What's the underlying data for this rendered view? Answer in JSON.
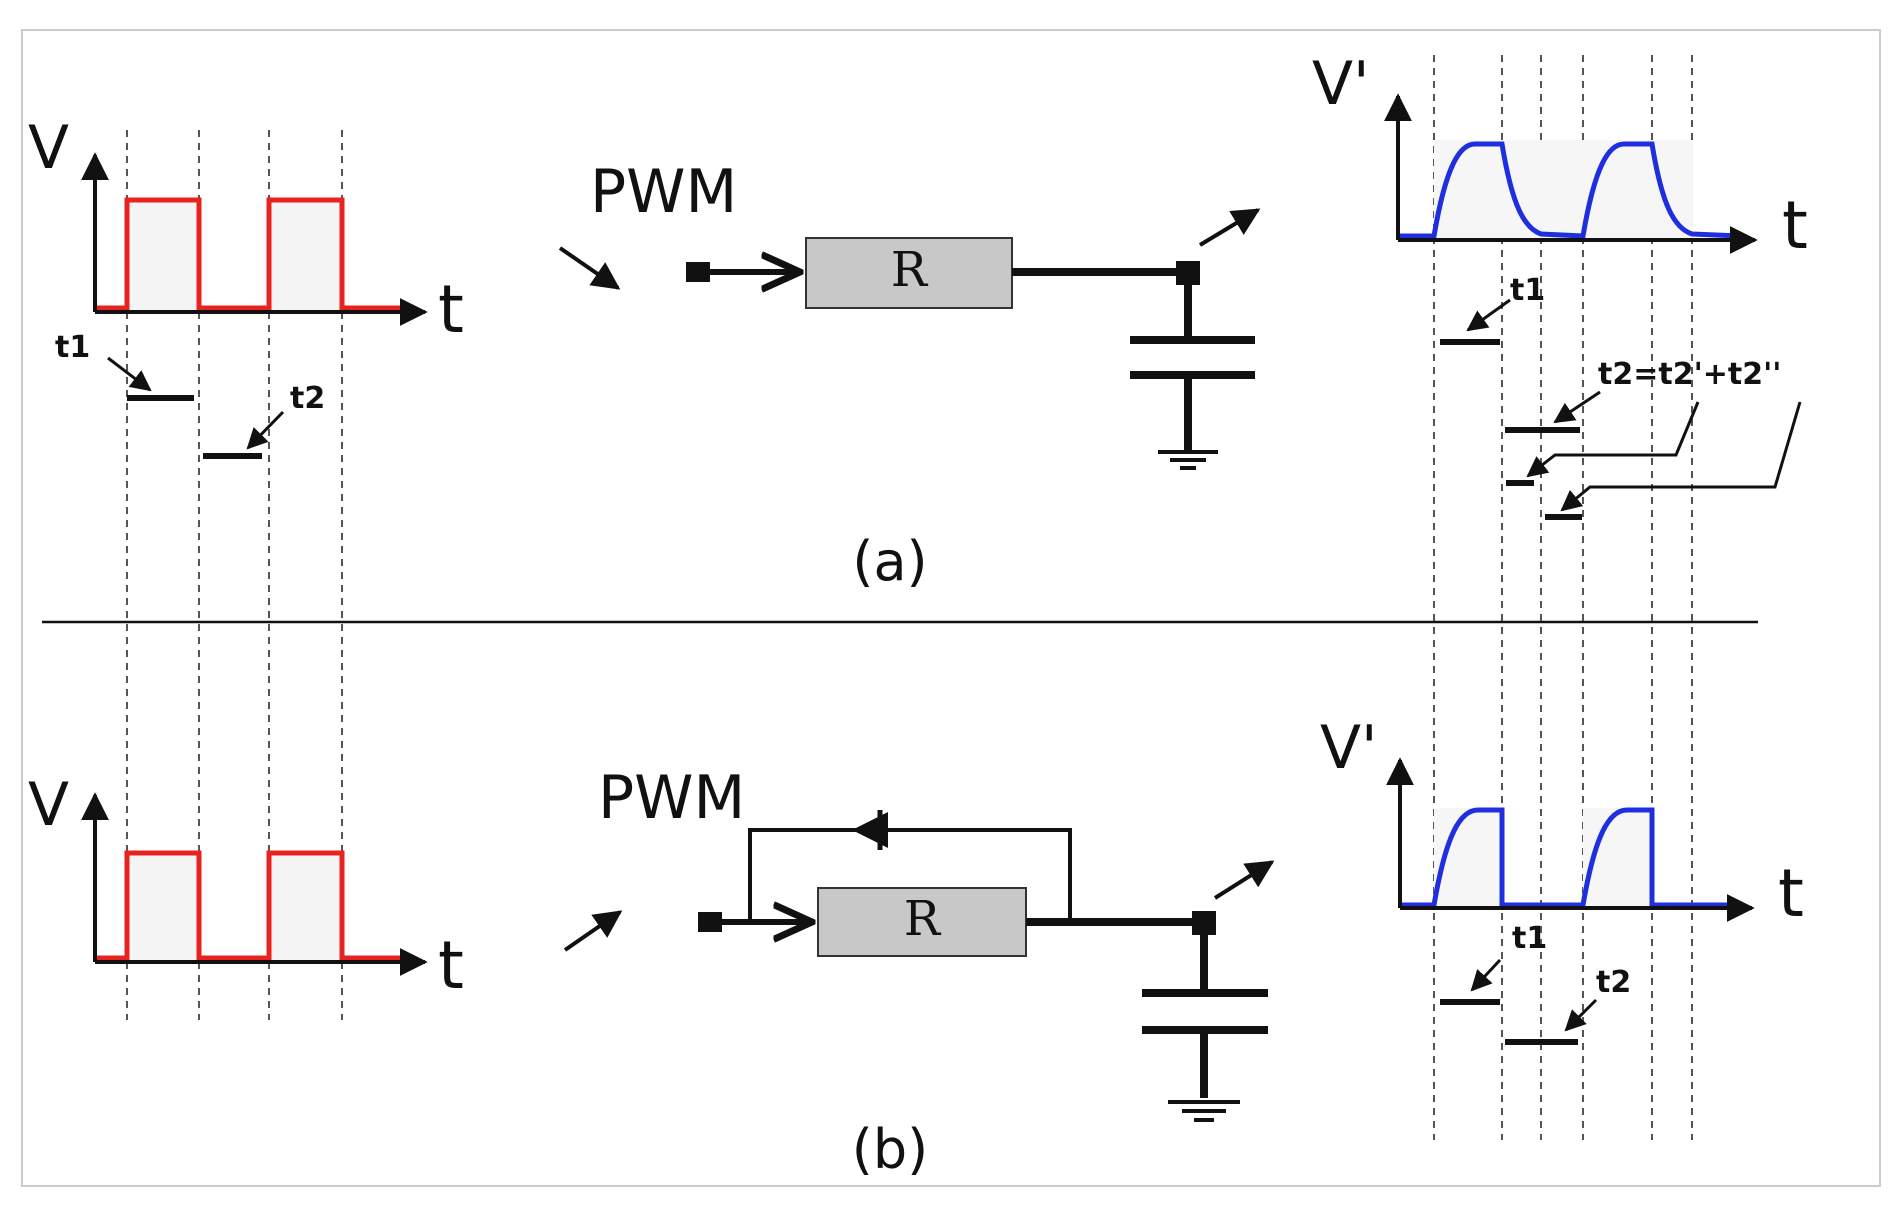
{
  "panel_a": {
    "caption": "(a)",
    "input_axis": {
      "y": "V",
      "x": "t"
    },
    "pwm_label": "PWM",
    "resistor_label": "R",
    "output_axis": {
      "y": "V'",
      "x": "t"
    },
    "input_timing": {
      "first": "t1",
      "second": "t2"
    },
    "output_timing": {
      "first": "t1",
      "second": "t2=t2'+t2''"
    }
  },
  "panel_b": {
    "caption": "(b)",
    "input_axis": {
      "y": "V",
      "x": "t"
    },
    "pwm_label": "PWM",
    "resistor_label": "R",
    "output_axis": {
      "y": "V'",
      "x": "t"
    },
    "input_timing": {},
    "output_timing": {
      "first": "t1",
      "second": "t2"
    }
  },
  "colors": {
    "input_wave": "#e8231f",
    "output_wave": "#1f2fe0",
    "resistor_fill": "#c8c8c8",
    "ink": "#111111",
    "guide": "#555555"
  }
}
